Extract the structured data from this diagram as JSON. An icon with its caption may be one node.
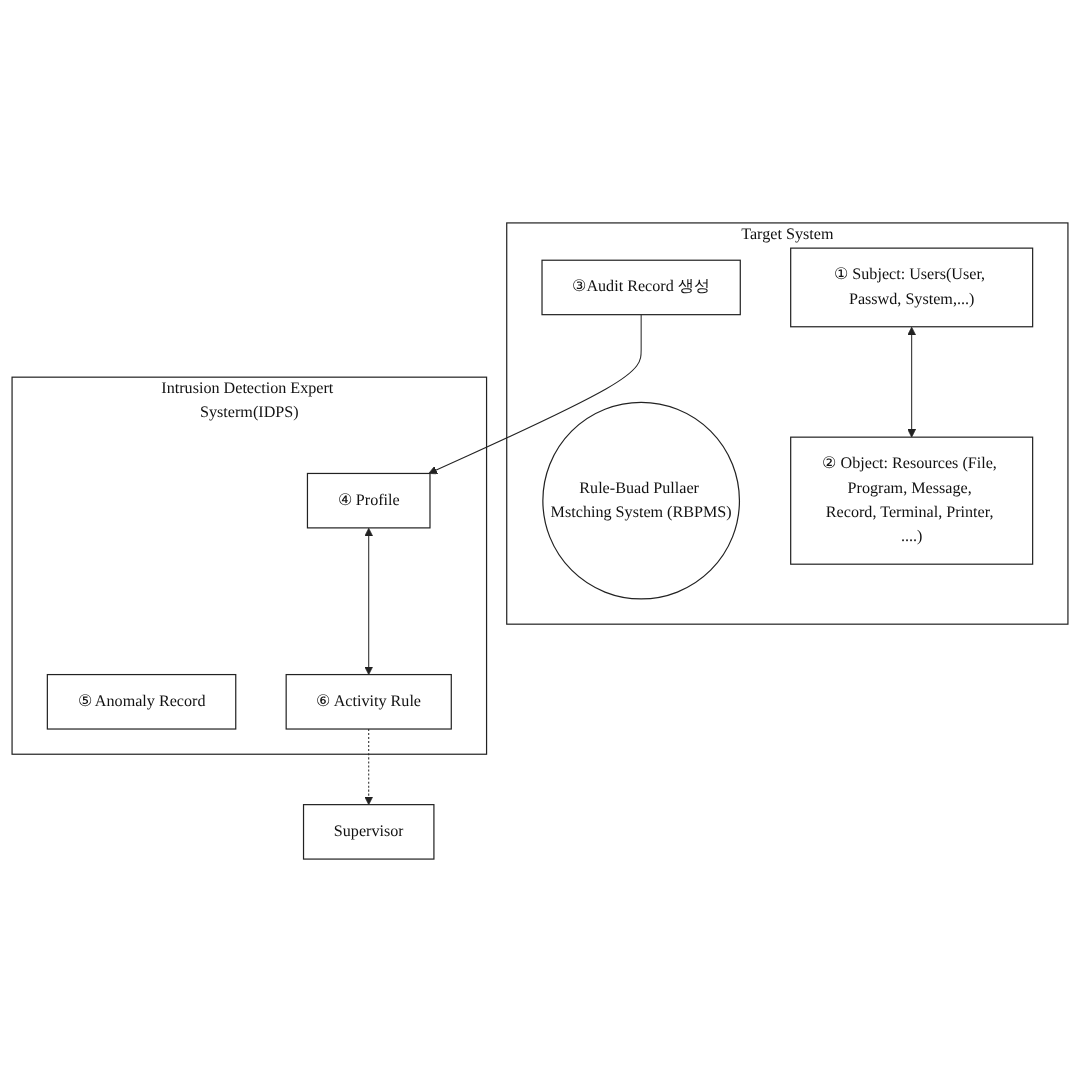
{
  "diagram": {
    "nodes": [
      {
        "text": [
          "Target System"
        ]
      },
      {
        "text": [
          "① Subject: Users(User, Passwd, System,...)"
        ],
        "in": 0
      },
      {
        "text": [
          "③Audit Record 생성"
        ],
        "in": 0
      },
      {
        "text": [
          "Rule-Buad Pullaer Mstching System (RBPMS)"
        ],
        "in": 0
      },
      {
        "text": [
          "② Object: Resources (File, Program, Message, Record, Terminal, Printer, ....)"
        ],
        "in": 0
      },
      {
        "text": [
          "Intrusion Detection Expert Systerm(IDPS)"
        ]
      },
      {
        "text": [
          "④ Profile"
        ],
        "in": 5
      },
      {
        "text": [
          "⑤ Anomaly Record"
        ],
        "in": 5
      },
      {
        "text": [
          "⑥ Activity Rule"
        ],
        "in": 5
      },
      {
        "text": [
          "Supervisor"
        ]
      }
    ],
    "edges": [
      {
        "from": 1,
        "to": 4,
        "arrow": "both"
      },
      {
        "from": 2,
        "to": 6,
        "arrow": "to"
      },
      {
        "from": 6,
        "to": 8,
        "arrow": "both"
      },
      {
        "from": 8,
        "to": 9,
        "arrow": "to",
        "style": "dashed"
      }
    ]
  }
}
